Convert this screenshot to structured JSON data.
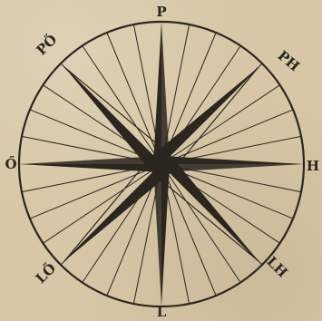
{
  "labels": {
    "n": "P",
    "ne": "PH",
    "e": "H",
    "se": "LH",
    "s": "L",
    "sw": "LŐ",
    "w": "Ő",
    "nw": "PŐ"
  },
  "colors": {
    "paper": "#d7c7a6",
    "ink": "#2b2620"
  }
}
